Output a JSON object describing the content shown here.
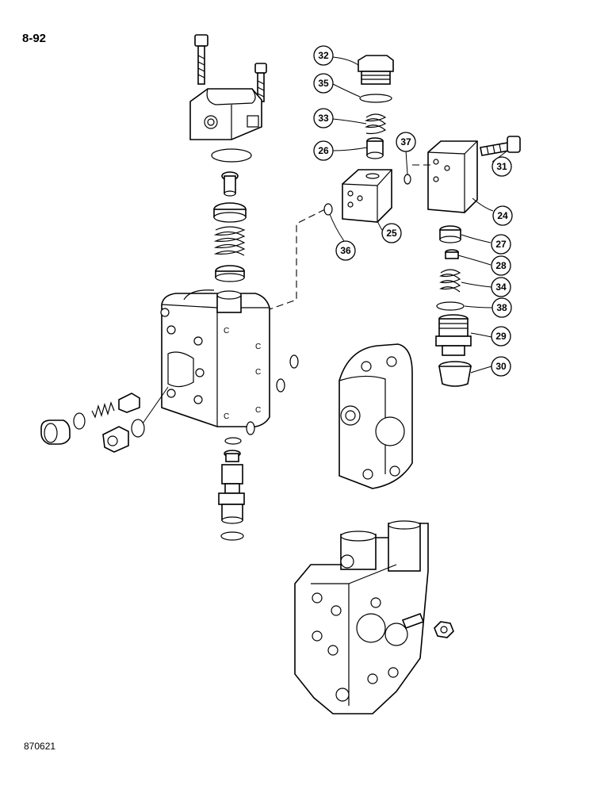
{
  "page_label": "8-92",
  "figure_code": "870621",
  "callouts": [
    {
      "id": "c32",
      "label": "32"
    },
    {
      "id": "c35",
      "label": "35"
    },
    {
      "id": "c33",
      "label": "33"
    },
    {
      "id": "c26",
      "label": "26"
    },
    {
      "id": "c37",
      "label": "37"
    },
    {
      "id": "c31",
      "label": "31"
    },
    {
      "id": "c24",
      "label": "24"
    },
    {
      "id": "c25",
      "label": "25"
    },
    {
      "id": "c36",
      "label": "36"
    },
    {
      "id": "c27",
      "label": "27"
    },
    {
      "id": "c28",
      "label": "28"
    },
    {
      "id": "c34",
      "label": "34"
    },
    {
      "id": "c38",
      "label": "38"
    },
    {
      "id": "c29",
      "label": "29"
    },
    {
      "id": "c30",
      "label": "30"
    }
  ]
}
